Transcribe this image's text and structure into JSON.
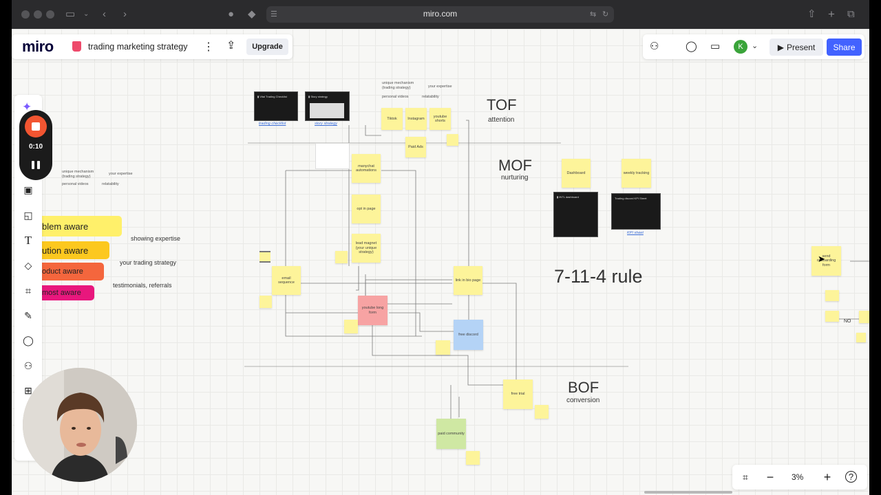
{
  "browser": {
    "url": "miro.com"
  },
  "app": {
    "logo": "miro",
    "board_title": "trading marketing strategy",
    "upgrade_label": "Upgrade",
    "present_label": "Present",
    "share_label": "Share",
    "avatar_initial": "K",
    "zoom_level": "3%"
  },
  "recorder": {
    "time": "0:10"
  },
  "funnel": {
    "tof": {
      "title": "TOF",
      "subtitle": "attention"
    },
    "mof": {
      "title": "MOF",
      "subtitle": "nurturing"
    },
    "bof": {
      "title": "BOF",
      "subtitle": "conversion"
    },
    "rule": "7-11-4 rule"
  },
  "resources": {
    "trading_checklist": "trading checklist",
    "story_strategy": "story strategy",
    "kpi_sheet": "KPI sheet"
  },
  "notes": {
    "unique_mechanism": "unique mechanism (trading strategy)",
    "your_expertise": "your expertise",
    "personal_videos": "personal videos",
    "relatability": "relatability"
  },
  "stickies": {
    "tiktok": "Tiktok",
    "instagram": "Instagram",
    "youtube_shorts": "youtube shorts",
    "paid_ads": "Paid Ads",
    "manychat": "manychat automations",
    "optin": "opt in page",
    "lead_magnet": "lead magnet (your unique strategy)",
    "email_sequence": "email sequence",
    "link_in_bio": "link in bio page",
    "youtube_long": "youtube long form",
    "free_discord": "free discord",
    "free_trial": "free trial",
    "paid_community": "paid community",
    "dashboard": "Dashboard",
    "weekly_tracking": "weekly tracking",
    "send_onboarding": "send onboarding form",
    "no": "NO"
  },
  "awareness": [
    {
      "label": "blem aware",
      "color": "#fff06a",
      "note": "showing expertise"
    },
    {
      "label": "ution aware",
      "color": "#fcc81f",
      "note": "your trading strategy"
    },
    {
      "label": "oduct aware",
      "color": "#f4663d",
      "note": "testimonials, referrals"
    },
    {
      "label": "most aware",
      "color": "#e8177d",
      "note": ""
    }
  ]
}
